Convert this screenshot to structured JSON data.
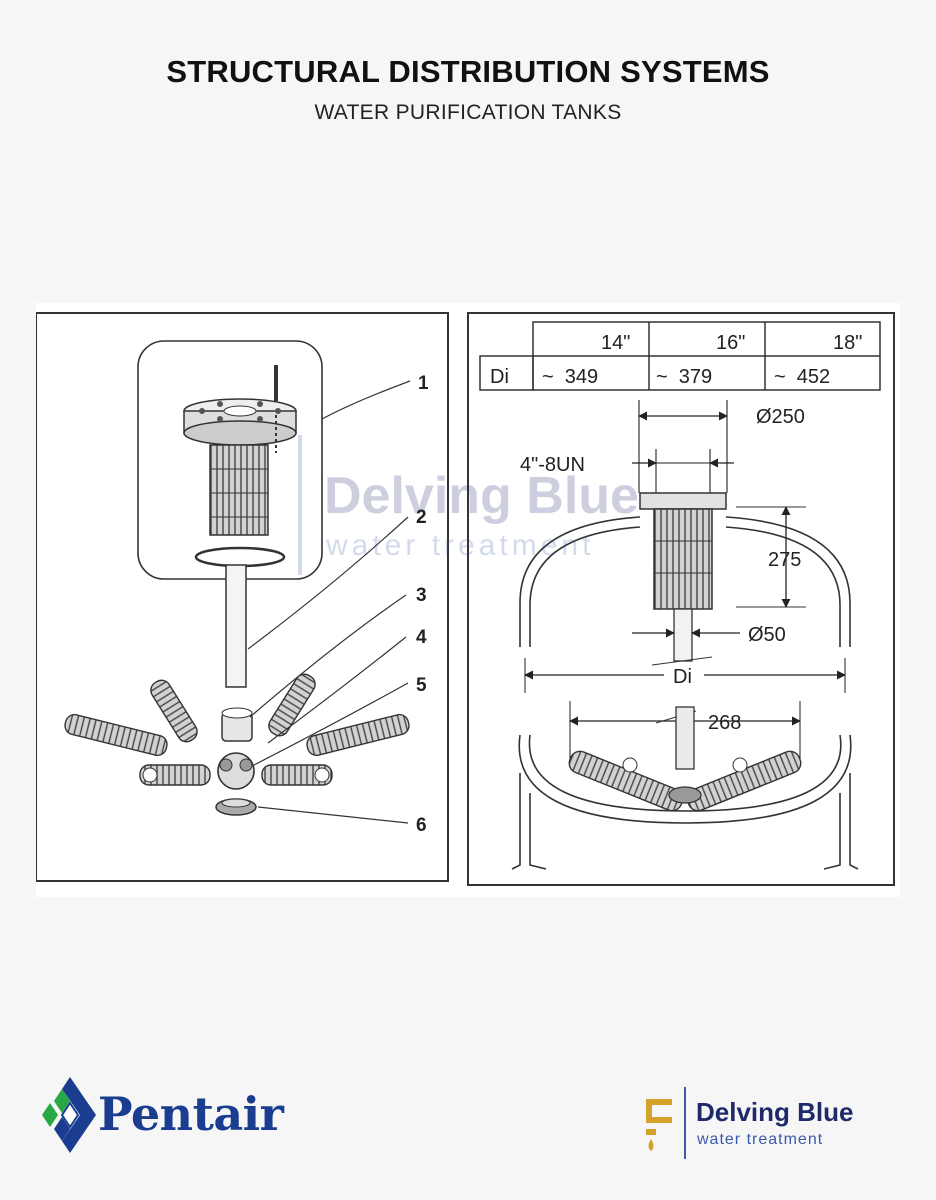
{
  "header": {
    "title": "STRUCTURAL DISTRIBUTION SYSTEMS",
    "subtitle": "WATER PURIFICATION TANKS"
  },
  "diagram": {
    "part_numbers": [
      "1",
      "2",
      "3",
      "4",
      "5",
      "6"
    ],
    "size_table": {
      "headers": [
        "14\"",
        "16\"",
        "18\""
      ],
      "row_label": "Di",
      "values": [
        "~  349",
        "~  379",
        "~  452"
      ]
    },
    "dimensions": {
      "top_diameter": "Ø250",
      "thread": "4\"-8UN",
      "height": "275",
      "pipe_diameter": "Ø50",
      "inner_diameter": "Di",
      "lateral_span": "268"
    },
    "watermark": {
      "name": "Delving Blue",
      "tagline": "water treatment"
    }
  },
  "footer": {
    "pentair_logo": "Pentair",
    "partner_name": "Delving Blue",
    "partner_tagline": "water treatment"
  },
  "colors": {
    "pentair_blue": "#1a3d8f",
    "pentair_green": "#27a844",
    "delving_blue": "#1f2a6b",
    "delving_gold": "#d4a12a"
  }
}
